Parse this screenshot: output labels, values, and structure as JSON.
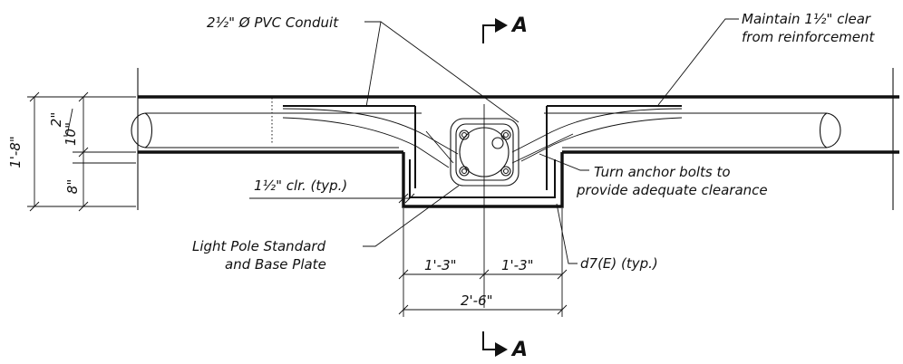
{
  "labels": {
    "pvc_conduit": "2½\" Ø PVC Conduit",
    "section_top": "A",
    "maintain_line1": "Maintain 1½\" clear",
    "maintain_line2": "from reinforcement",
    "clear_typ": "1½\" clr. (typ.)",
    "turn_line1": "Turn anchor bolts to",
    "turn_line2": "provide adequate clearance",
    "pole_line1": "Light Pole Standard",
    "pole_line2": "and Base Plate",
    "bar_mark": "d7(E) (typ.)",
    "dim_left": "1'-3\"",
    "dim_right": "1'-3\"",
    "dim_total": "2'-6\"",
    "section_bottom": "A",
    "dim_height": "1'-8\"",
    "dim_2": "2\"",
    "dim_10": "10\"",
    "dim_8": "8\""
  }
}
